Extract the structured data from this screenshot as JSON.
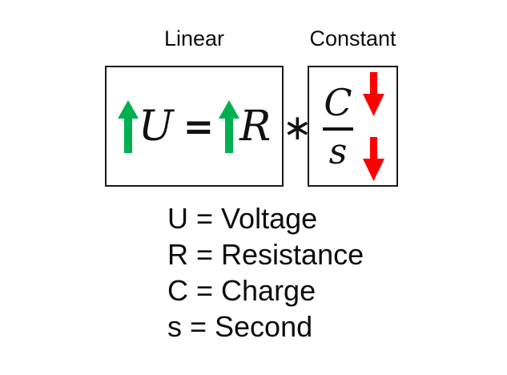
{
  "colors": {
    "green": "#00B050",
    "red": "#FF0000",
    "black": "#111111"
  },
  "headers": {
    "linear": "Linear",
    "constant": "Constant"
  },
  "equation": {
    "left_variable": "U",
    "equals_sign": "=",
    "right_variable": "R",
    "multiply_operator": "∗",
    "fraction": {
      "numerator": "C",
      "denominator": "s"
    },
    "trend_icons": {
      "left_variable": "up-arrow",
      "right_variable": "up-arrow",
      "numerator": "down-arrow",
      "denominator": "down-arrow"
    }
  },
  "legend": {
    "items": [
      {
        "symbol": "U",
        "meaning": "Voltage",
        "text": "U = Voltage"
      },
      {
        "symbol": "R",
        "meaning": "Resistance",
        "text": "R = Resistance"
      },
      {
        "symbol": "C",
        "meaning": "Charge",
        "text": "C = Charge"
      },
      {
        "symbol": "s",
        "meaning": "Second",
        "text": "s = Second"
      }
    ]
  }
}
